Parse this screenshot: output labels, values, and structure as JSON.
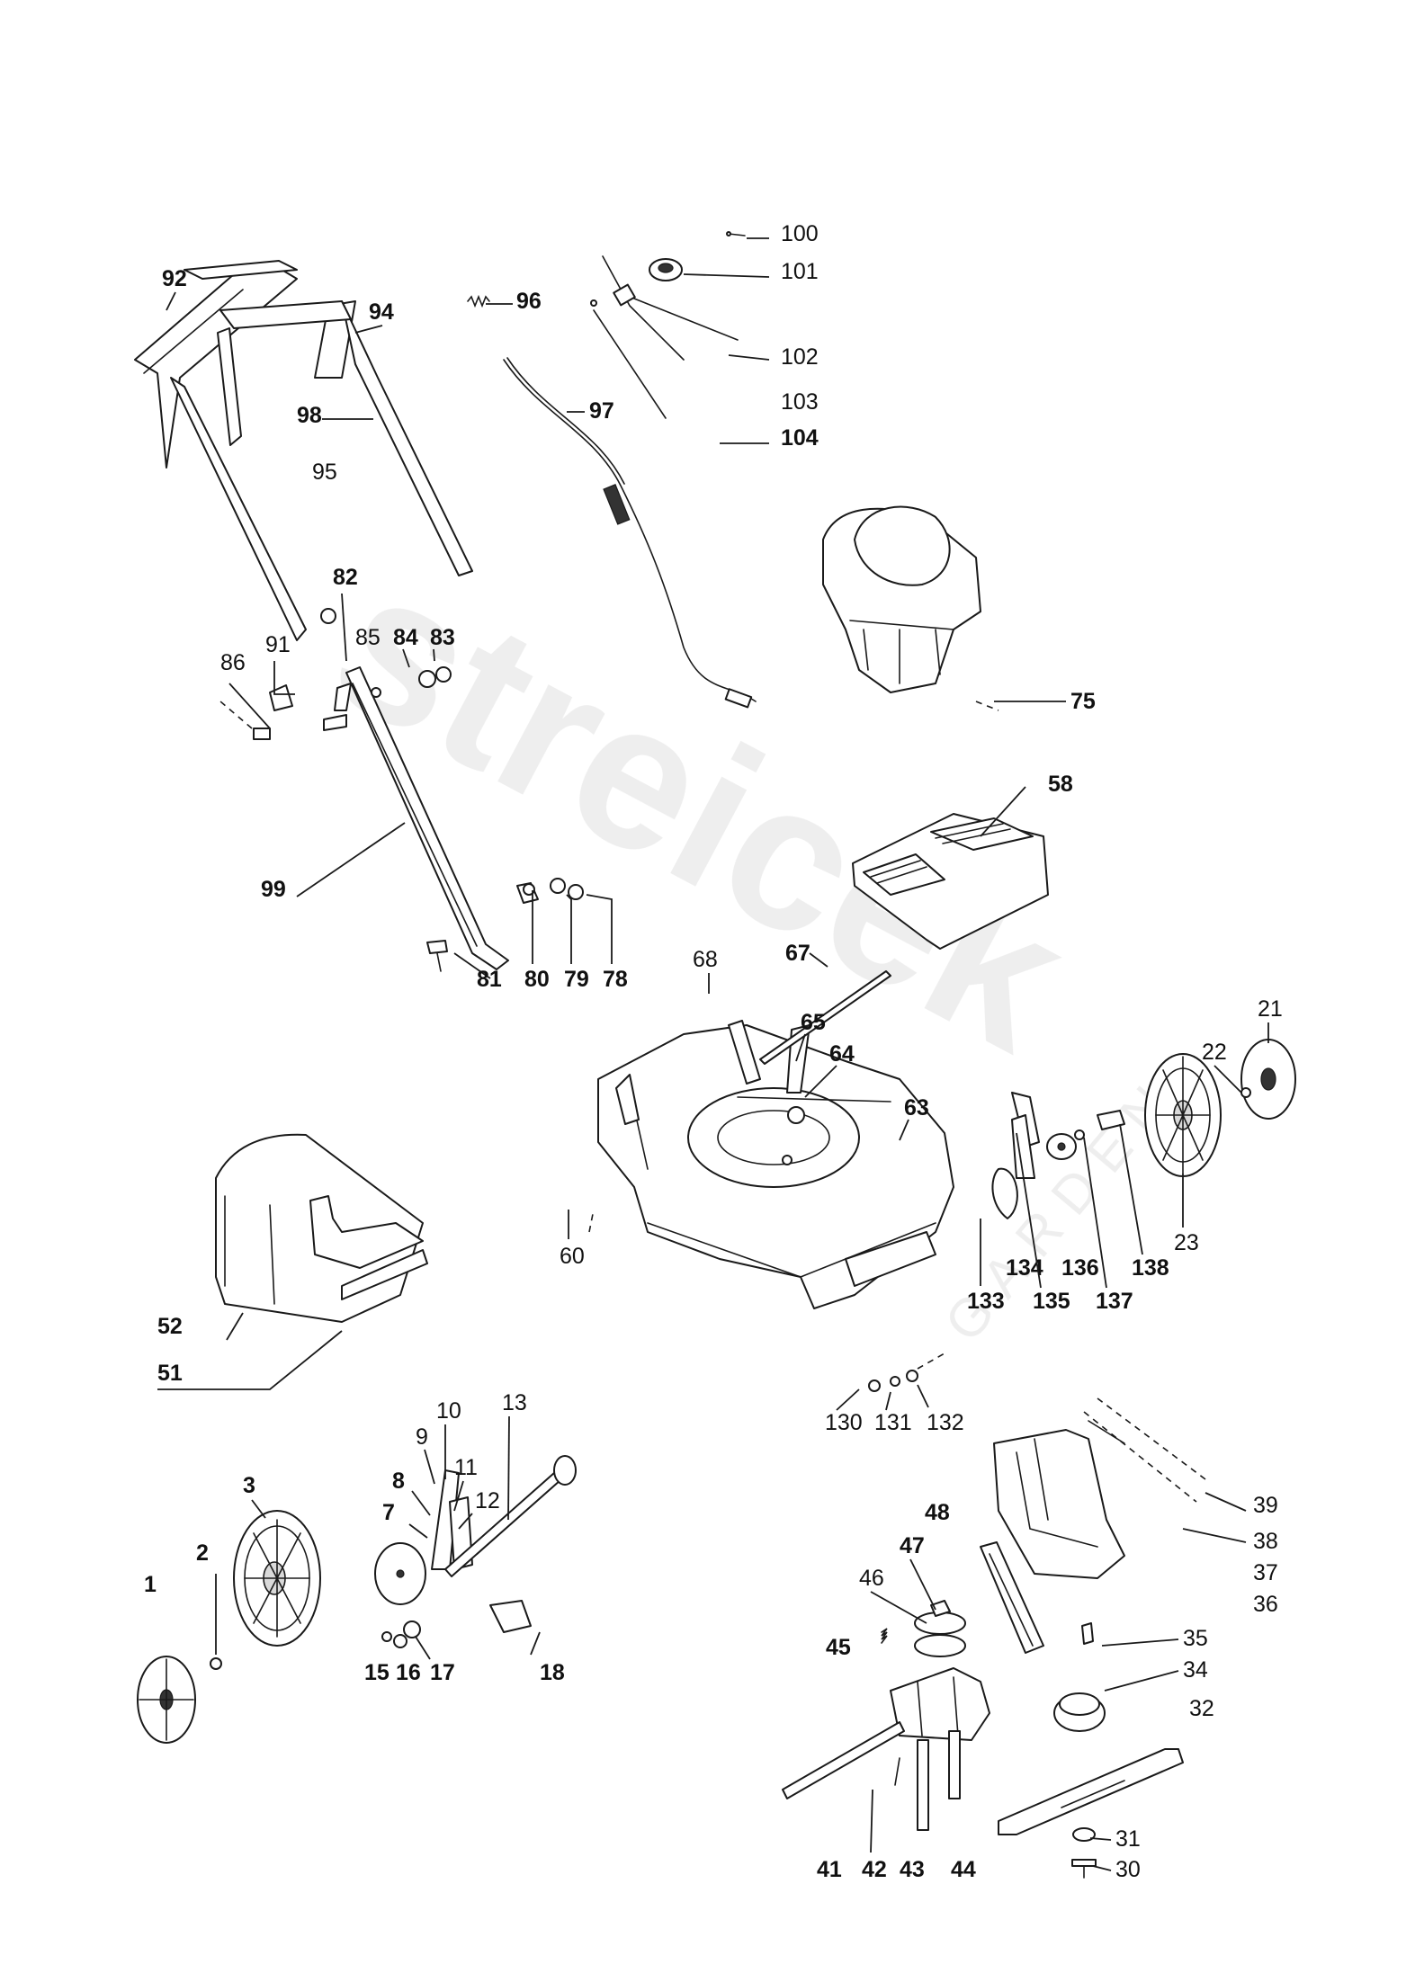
{
  "diagram": {
    "callouts": [
      "1",
      "2",
      "3",
      "7",
      "8",
      "9",
      "10",
      "11",
      "12",
      "13",
      "15",
      "16",
      "17",
      "18",
      "21",
      "22",
      "23",
      "30",
      "31",
      "32",
      "34",
      "35",
      "36",
      "37",
      "38",
      "39",
      "41",
      "42",
      "43",
      "44",
      "45",
      "46",
      "47",
      "48",
      "51",
      "52",
      "58",
      "60",
      "63",
      "64",
      "65",
      "67",
      "68",
      "75",
      "78",
      "79",
      "80",
      "81",
      "82",
      "83",
      "84",
      "85",
      "86",
      "91",
      "92",
      "94",
      "95",
      "96",
      "97",
      "98",
      "99",
      "100",
      "101",
      "102",
      "103",
      "104",
      "130",
      "131",
      "132",
      "133",
      "134",
      "135",
      "136",
      "137",
      "138"
    ]
  },
  "watermark": {
    "text": "streicek",
    "sub": "GARDEN"
  }
}
